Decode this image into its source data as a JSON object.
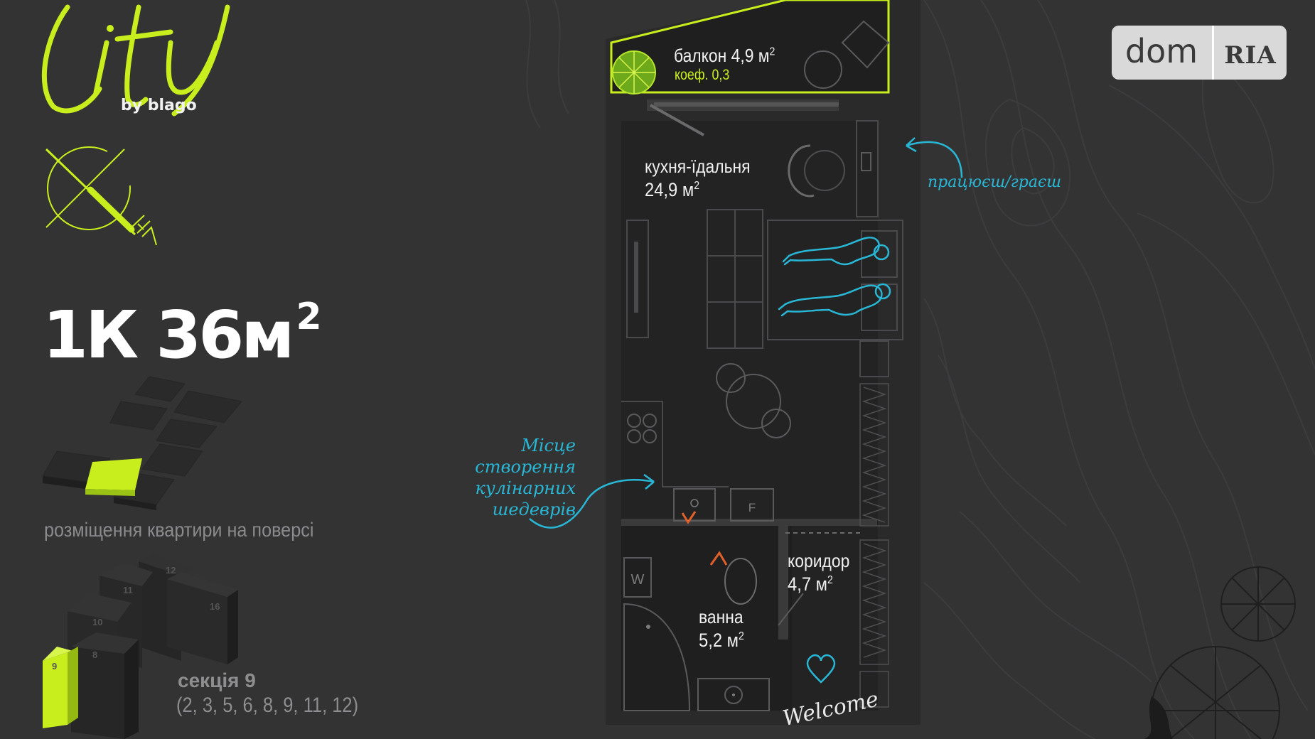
{
  "brand": {
    "logo_text": "City",
    "logo_sub": "by blago",
    "accent_color": "#c8ef1d",
    "compass_label": "ПН"
  },
  "apartment": {
    "title": "1К 36м",
    "title_sup": "2",
    "floor_placement_caption": "розміщення квартири на поверсі"
  },
  "section": {
    "title": "секція 9",
    "floors": "(2, 3, 5, 6, 8, 9, 11, 12)",
    "block_numbers": [
      "12",
      "11",
      "16",
      "10",
      "8",
      "9"
    ]
  },
  "rooms": {
    "balcony": {
      "name": "балкон 4,9 м",
      "sup": "2",
      "coef": "коеф. 0,3"
    },
    "kitchen": {
      "name": "кухня-їдальня",
      "area": "24,9 м",
      "sup": "2"
    },
    "corridor": {
      "name": "коридор",
      "area": "4,7 м",
      "sup": "2"
    },
    "bath": {
      "name": "ванна",
      "area": "5,2 м",
      "sup": "2"
    },
    "fixture_w": "W",
    "fixture_f": "F"
  },
  "annotations": {
    "work": "працюєш/граєш",
    "kitchen_note_1": "Місце створення",
    "kitchen_note_2": "кулінарних",
    "kitchen_note_3": "шедеврів",
    "welcome": "Welcome",
    "script_color": "#29b7d6"
  },
  "watermark": {
    "dom": "dom",
    "ria": "RIA"
  }
}
